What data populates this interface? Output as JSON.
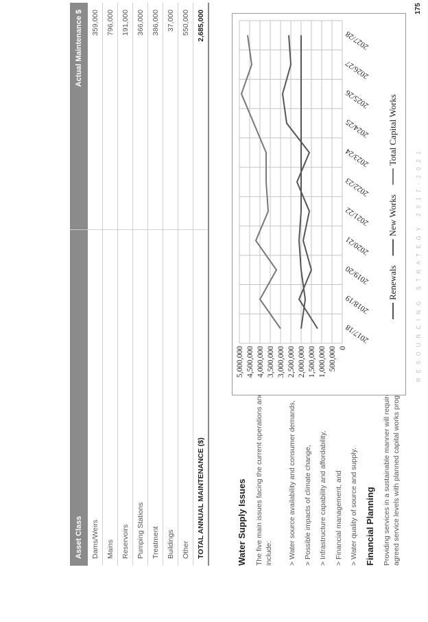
{
  "table": {
    "headers": [
      "Asset Class",
      "Actual Maintenance $"
    ],
    "rows": [
      {
        "label": "Dams/Weirs",
        "value": "359,000"
      },
      {
        "label": "Mains",
        "value": "796,000"
      },
      {
        "label": "Reservoirs",
        "value": "191,000"
      },
      {
        "label": "Pumping Stations",
        "value": "366,000"
      },
      {
        "label": "Treatment",
        "value": "386,000"
      },
      {
        "label": "Buildings",
        "value": "37,000"
      },
      {
        "label": "Other",
        "value": "550,000"
      }
    ],
    "total": {
      "label": "TOTAL ANNUAL MAINTENANCE ($)",
      "value": "2,685,000"
    }
  },
  "water_supply": {
    "heading": "Water Supply Issues",
    "intro": "The five main issues facing the current operations and future development of the water supply assets include:",
    "issues": [
      "> Water source availability and consumer demands,",
      "> Possible impacts of climate change,",
      "> Infrastructure capability and affordability,",
      "> Financial management, and",
      "> Water quality of source and supply."
    ]
  },
  "financial": {
    "heading": "Financial Planning",
    "text": "Providing services in a sustainable manner will require matching of projected asset renewals to meet agreed service levels with planned capital works programs and available revenue."
  },
  "chart_data": {
    "type": "line",
    "categories": [
      "2017/18",
      "2018/19",
      "2019/20",
      "2020/21",
      "2021/22",
      "2022/23",
      "2023/24",
      "2024/25",
      "2025/26",
      "2026/27",
      "2027/28"
    ],
    "ylim": [
      0,
      5000000
    ],
    "yticks": [
      "0",
      "500,000",
      "1,000,000",
      "1,500,000",
      "2,000,000",
      "2,500,000",
      "3,000,000",
      "3,500,000",
      "4,000,000",
      "4,500,000",
      "5,000,000"
    ],
    "grid": true,
    "legend_position": "bottom",
    "series": [
      {
        "name": "Renewals",
        "color": "#555555",
        "values": [
          2000000,
          1800000,
          2000000,
          2100000,
          2000000,
          2000000,
          2000000,
          2000000,
          2000000,
          2000000,
          2000000
        ]
      },
      {
        "name": "New Works",
        "color": "#555555",
        "values": [
          1200000,
          2100000,
          1500000,
          1900000,
          1600000,
          2200000,
          1600000,
          2700000,
          2900000,
          2500000,
          2600000
        ]
      },
      {
        "name": "Total Capital Works",
        "color": "#777777",
        "values": [
          3000000,
          4000000,
          3200000,
          4200000,
          3600000,
          3700000,
          3700000,
          4300000,
          4900000,
          4400000,
          4600000
        ]
      }
    ]
  },
  "footer": {
    "text": "RESOURCING STRATEGY 2017-2021",
    "page_number": "175"
  }
}
